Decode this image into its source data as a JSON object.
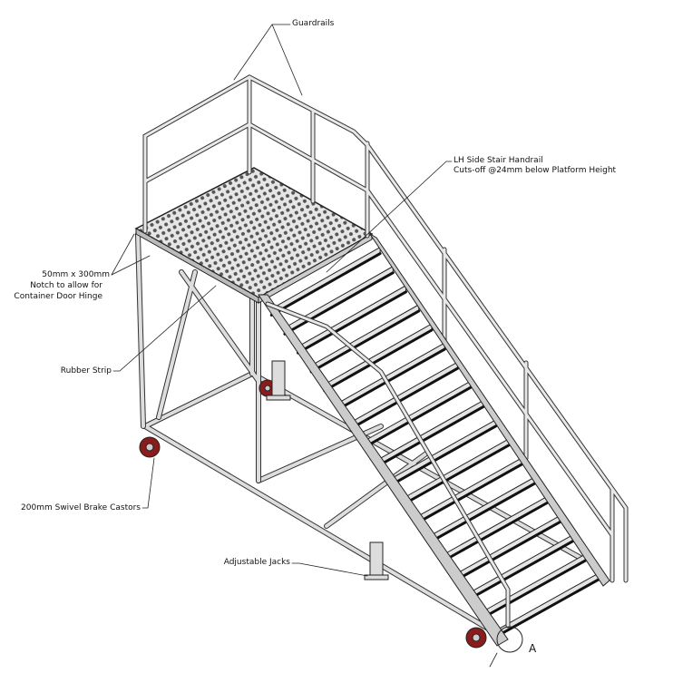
{
  "labels": {
    "guardrails": "Guardrails",
    "handrail_line1": "LH Side Stair Handrail",
    "handrail_line2": "Cuts-off @24mm below Platform Height",
    "notch_line1": "50mm x 300mm",
    "notch_line2": "Notch to allow for",
    "notch_line3": "Container Door Hinge",
    "rubber_strip": "Rubber Strip",
    "castors": "200mm Swivel Brake Castors",
    "jacks": "Adjustable Jacks",
    "detail_a": "A"
  },
  "stair": {
    "treads": 18
  },
  "colors": {
    "frame": "#d8d8d8",
    "outline": "#222222",
    "castor": "#8b1c1c",
    "tread": "#e4e4e4"
  }
}
